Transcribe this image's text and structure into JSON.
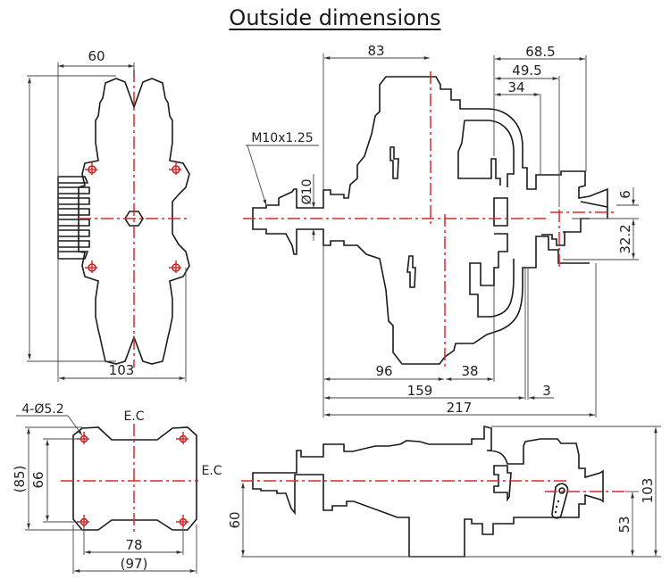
{
  "title": "Outside dimensions",
  "colors": {
    "outline": "#1a1a1a",
    "centerline": "#d62a2a",
    "dimension": "#444444"
  },
  "views": {
    "front": {
      "dims": {
        "width_partial": "60",
        "width_total": "103"
      }
    },
    "side": {
      "thread_label": "M10x1.25",
      "shaft_dia": "Ø10",
      "dims": {
        "d83": "83",
        "d68_5": "68.5",
        "d49_5": "49.5",
        "d34": "34",
        "d6": "6",
        "d32_2": "32.2",
        "d96": "96",
        "d38": "38",
        "d159": "159",
        "d3": "3",
        "d217": "217"
      }
    },
    "mount": {
      "holes_label": "4-Ø5.2",
      "ec_top": "E.C",
      "ec_right": "E.C",
      "dims": {
        "h85": "(85)",
        "h66": "66",
        "w78": "78",
        "w97": "(97)"
      }
    },
    "bottom": {
      "dims": {
        "h60": "60",
        "h53": "53",
        "h103": "103"
      }
    }
  }
}
